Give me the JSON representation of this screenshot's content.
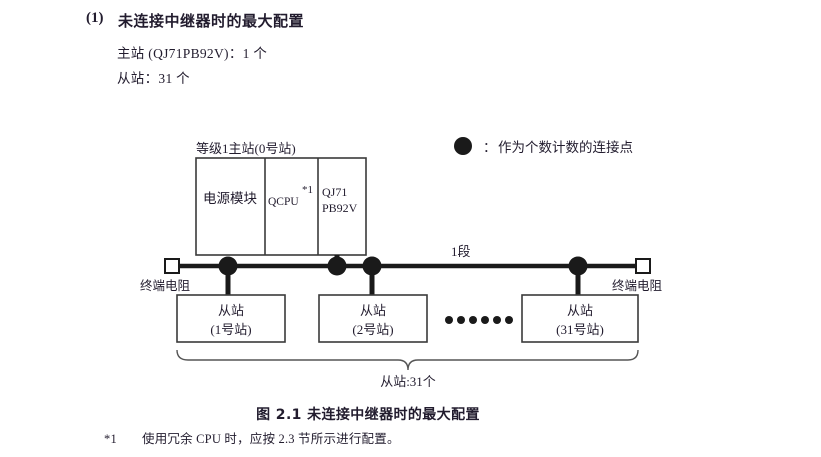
{
  "heading": {
    "number": "(1)",
    "title": "未连接中继器时的最大配置",
    "spec_master": "主站 (QJ71PB92V)：1 个",
    "spec_slave": "从站：31 个"
  },
  "legend": {
    "symbol": "dot-symbol",
    "separator": "：",
    "text": "作为个数计数的连接点"
  },
  "diagram": {
    "master": {
      "label": "等级1主站(0号站)",
      "cells": [
        {
          "name": "power-module",
          "line1": "电源模块"
        },
        {
          "name": "qcpu",
          "line1": "QCPU",
          "superscript": "*1"
        },
        {
          "name": "qj71pb92v",
          "line1": "QJ71",
          "line2": "PB92V"
        }
      ]
    },
    "bus": {
      "segment_label": "1段",
      "terminator_left": "终端电阻",
      "terminator_right": "终端电阻"
    },
    "slaves": [
      {
        "title": "从站",
        "station": "(1号站)"
      },
      {
        "title": "从站",
        "station": "(2号站)"
      },
      {
        "title": "从站",
        "station": "(31号站)"
      }
    ],
    "ellipsis_dot_count": 6,
    "brace_label": "从站:31个"
  },
  "caption": "图 2.1  未连接中继器时的最大配置",
  "footnote": {
    "mark": "*1",
    "text": "使用冗余 CPU 时，应按 2.3 节所示进行配置。"
  },
  "colors": {
    "text": "#221c2e",
    "line": "#1a1a1a",
    "box_border": "#3a3a3a",
    "background": "#ffffff"
  }
}
